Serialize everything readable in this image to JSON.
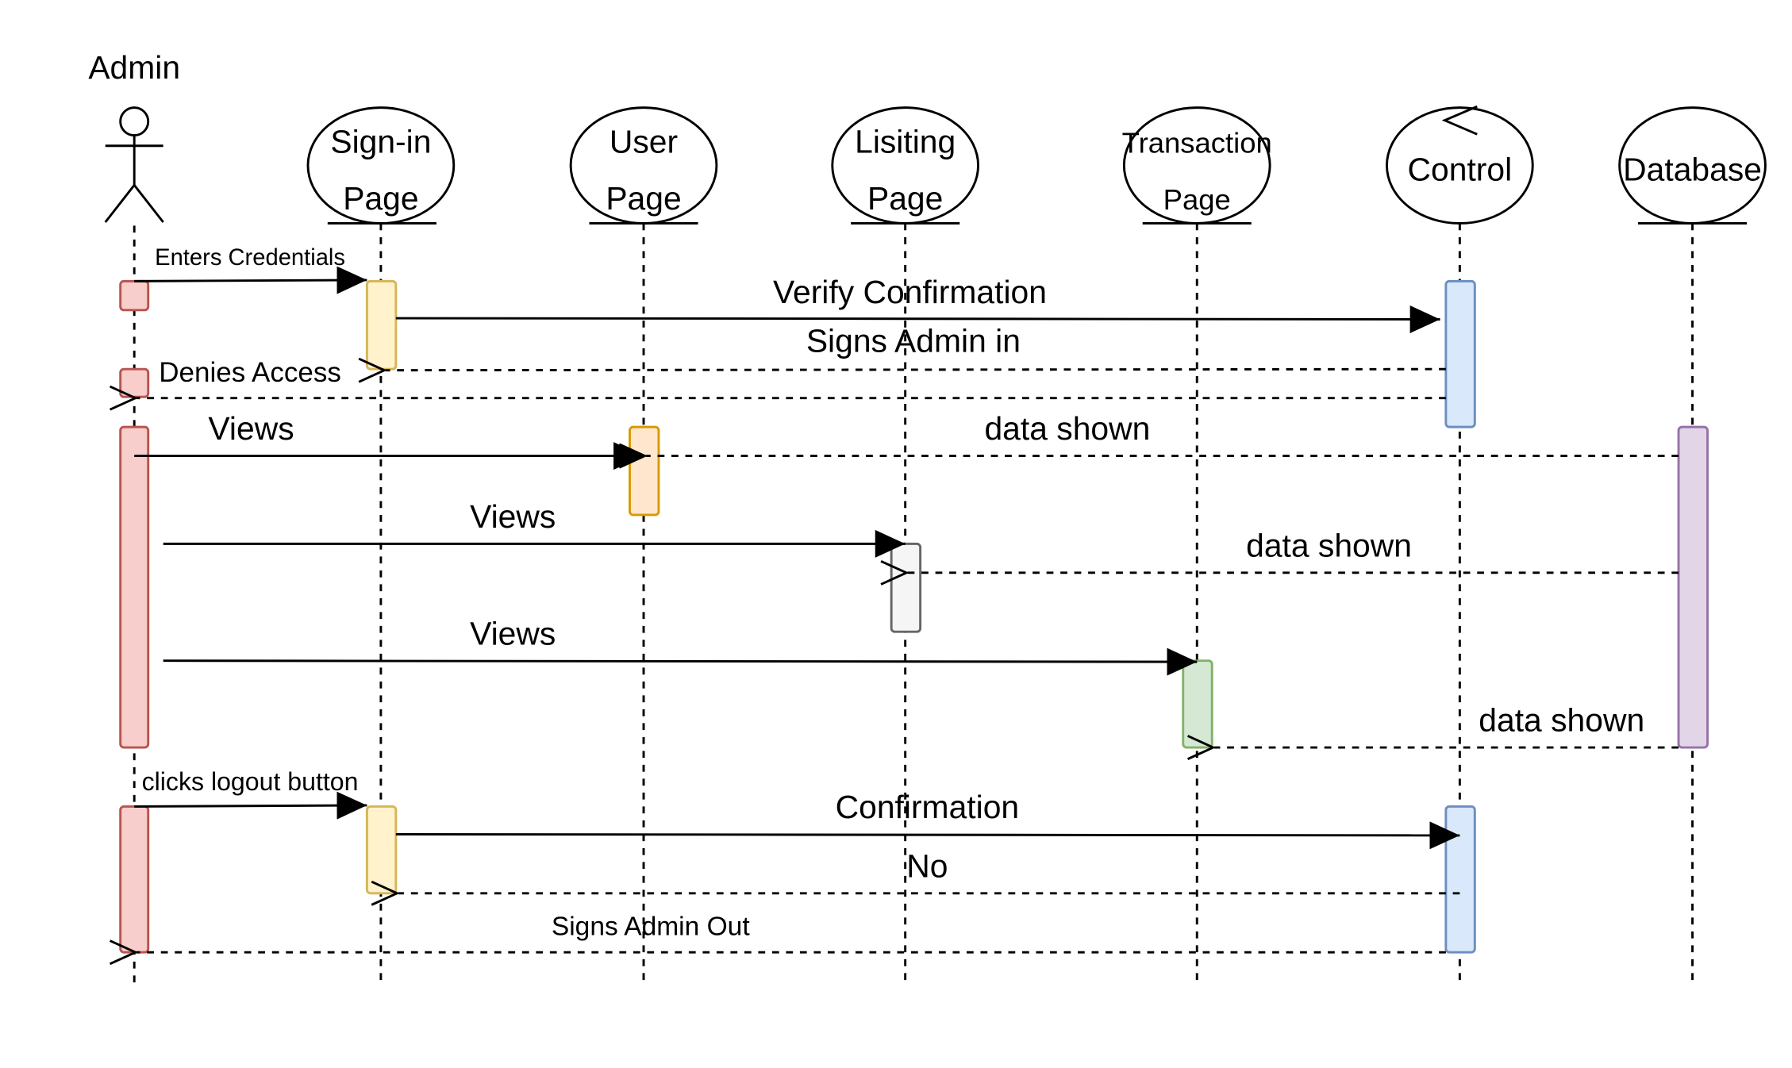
{
  "actor": {
    "label": "Admin"
  },
  "lifelines": [
    {
      "id": "signin",
      "line1": "Sign-in",
      "line2": "Page"
    },
    {
      "id": "user",
      "line1": "User",
      "line2": "Page"
    },
    {
      "id": "listing",
      "line1": "Lisiting",
      "line2": "Page"
    },
    {
      "id": "transaction",
      "line1": "Transaction",
      "line2": "Page"
    },
    {
      "id": "control",
      "label": "Control"
    },
    {
      "id": "database",
      "label": "Database"
    }
  ],
  "messages": {
    "enters_credentials": "Enters Credentials",
    "verify_confirmation": "Verify Confirmation",
    "signs_admin_in": "Signs Admin in",
    "denies_access": "Denies Access",
    "views_user": "Views",
    "data_shown_user": "data shown",
    "views_listing": "Views",
    "data_shown_listing": "data shown",
    "views_transaction": "Views",
    "data_shown_transaction": "data shown",
    "clicks_logout": "clicks logout button",
    "confirmation": "Confirmation",
    "no": "No",
    "signs_admin_out": "Signs Admin Out"
  },
  "colors": {
    "red_fill": "#f8cecc",
    "red_stroke": "#b85450",
    "yellow_fill": "#fff2cc",
    "yellow_stroke": "#d6b656",
    "blue_fill": "#dae8fc",
    "blue_stroke": "#6c8ebf",
    "orange_fill": "#ffe6cc",
    "orange_stroke": "#d79b00",
    "gray_fill": "#f5f5f5",
    "gray_stroke": "#666666",
    "green_fill": "#d5e8d4",
    "green_stroke": "#82b366",
    "purple_fill": "#e1d5e7",
    "purple_stroke": "#9673a6"
  }
}
